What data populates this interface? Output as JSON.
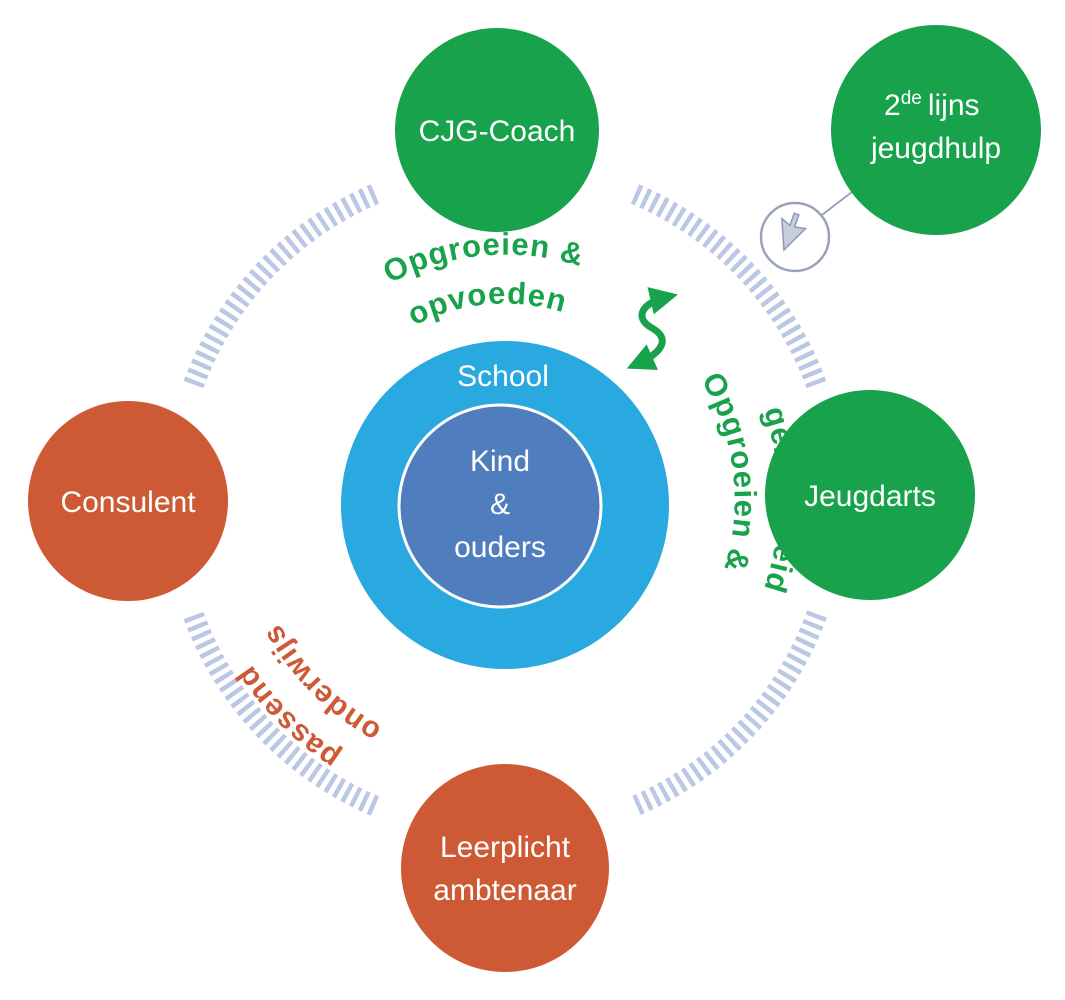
{
  "colors": {
    "green": "#17a24b",
    "orange": "#cd5a35",
    "light_blue": "#2aa9e0",
    "mid_blue": "#4f7dbe",
    "ring": "#bac7e5",
    "connector_gray": "#98a3ba",
    "badge_fill": "#ffffff",
    "cursor_fill": "#c7cedd"
  },
  "center": {
    "school_label": "School",
    "kind_line1": "Kind",
    "kind_line2": "&",
    "kind_line3": "ouders"
  },
  "nodes": {
    "cjg_coach": {
      "label": "CJG-Coach"
    },
    "tweede_lijns": {
      "num": "2",
      "sup": "de",
      "rest": "lijns",
      "line2": "jeugdhulp"
    },
    "jeugdarts": {
      "label": "Jeugdarts"
    },
    "consulent": {
      "label": "Consulent"
    },
    "leerplicht": {
      "line1": "Leerplicht",
      "line2": "ambtenaar"
    }
  },
  "curved_labels": {
    "top_line1": "Opgroeien &",
    "top_line2": "opvoeden",
    "right_line1": "Opgroeien &",
    "right_line2": "gezondheid",
    "bottom_line1": "passend",
    "bottom_line2": "onderwijs"
  },
  "icons": {
    "swap_arrow": "s-curve-double-arrow",
    "cursor_arrow": "cursor-arrow"
  }
}
